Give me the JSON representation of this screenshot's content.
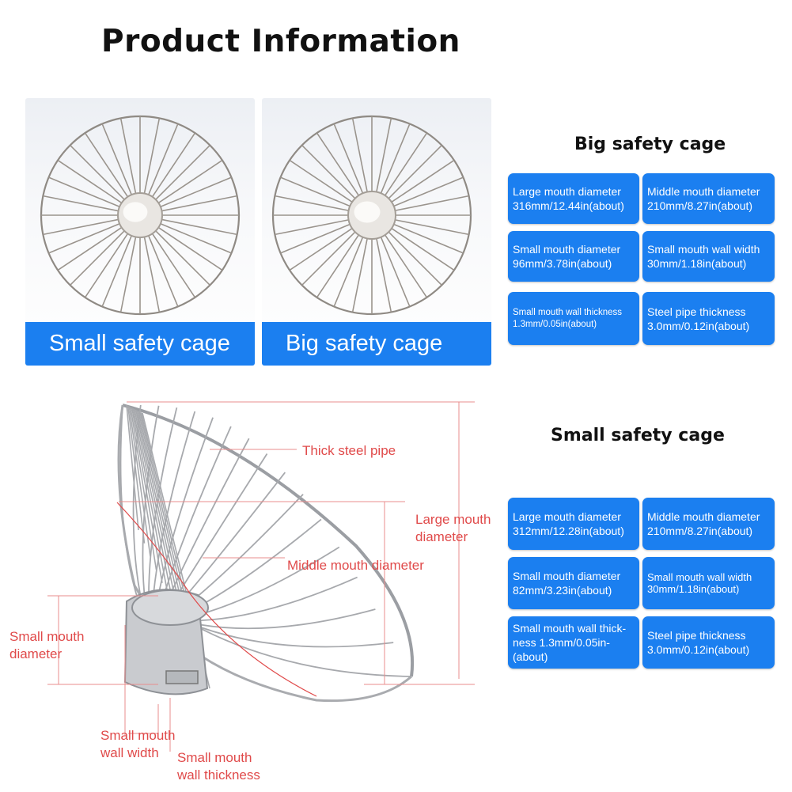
{
  "title": "Product Information",
  "photos": [
    {
      "label": "Small safety cage"
    },
    {
      "label": "Big safety cage"
    }
  ],
  "big_cage": {
    "title": "Big safety cage",
    "specs": [
      {
        "name": "Large mouth diameter",
        "value": "316mm/12.44in(about)"
      },
      {
        "name": "Middle mouth diameter",
        "value": "210mm/8.27in(about)"
      },
      {
        "name": "Small mouth diameter",
        "value": "96mm/3.78in(about)"
      },
      {
        "name": "Small mouth wall width",
        "value": "30mm/1.18in(about)"
      },
      {
        "name": "Small mouth wall thickness",
        "value": "1.3mm/0.05in(about)"
      },
      {
        "name": "Steel pipe thickness",
        "value": "3.0mm/0.12in(about)"
      }
    ]
  },
  "small_cage": {
    "title": "Small safety cage",
    "specs": [
      {
        "name": "Large mouth diameter",
        "value": "312mm/12.28in(about)"
      },
      {
        "name": "Middle mouth diameter",
        "value": "210mm/8.27in(about)"
      },
      {
        "name": "Small mouth diameter",
        "value": "82mm/3.23in(about)"
      },
      {
        "name": "Small mouth wall width",
        "value": "30mm/1.18in(about)"
      },
      {
        "name": "Small mouth wall thick-",
        "value": "ness 1.3mm/0.05in-",
        "extra": "(about)"
      },
      {
        "name": "Steel pipe thickness",
        "value": "3.0mm/0.12in(about)"
      }
    ]
  },
  "annotations": {
    "thick_pipe": "Thick steel pipe",
    "large_mouth_1": "Large mouth",
    "large_mouth_2": "diameter",
    "middle_mouth": "Middle mouth diameter",
    "small_mouth_1": "Small mouth",
    "small_mouth_2": "diameter",
    "wall_width_1": "Small mouth",
    "wall_width_2": "wall width",
    "wall_thickness_1": "Small mouth",
    "wall_thickness_2": "wall thickness"
  },
  "colors": {
    "accent": "#1b7ff0",
    "annotation": "#e04a4a"
  }
}
